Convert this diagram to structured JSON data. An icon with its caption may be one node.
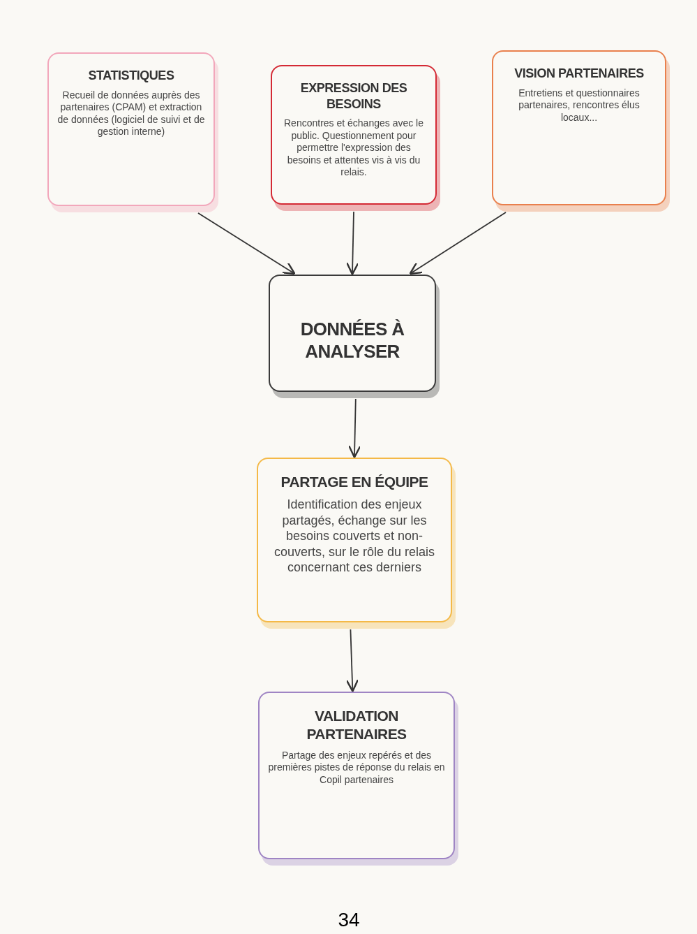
{
  "diagram": {
    "nodes": [
      {
        "text": [
          "STATISTIQUES",
          "Recueil de données auprès des partenaires (CPAM) et extraction de données (logiciel de suivi et de gestion interne)"
        ]
      },
      {
        "text": [
          "EXPRESSION DES BESOINS",
          "Rencontres et échanges avec le public. Questionnement pour permettre l'expression des besoins et attentes vis à vis du relais."
        ]
      },
      {
        "text": [
          "VISION PARTENAIRES",
          "Entretiens et questionnaires partenaires, rencontres élus locaux..."
        ]
      },
      {
        "text": [
          "DONNÉES À ANALYSER"
        ]
      },
      {
        "text": [
          "PARTAGE EN ÉQUIPE",
          "Identification des enjeux partagés, échange sur les besoins couverts et non-couverts, sur le rôle du relais concernant ces derniers"
        ]
      },
      {
        "text": [
          "VALIDATION PARTENAIRES",
          "Partage des enjeux repérés et des premières pistes de réponse du relais en Copil partenaires"
        ]
      }
    ],
    "edges": [
      {
        "from": 0,
        "to": 3,
        "arrow": "to"
      },
      {
        "from": 1,
        "to": 3,
        "arrow": "to"
      },
      {
        "from": 2,
        "to": 3,
        "arrow": "to"
      },
      {
        "from": 3,
        "to": 4,
        "arrow": "to"
      },
      {
        "from": 4,
        "to": 5,
        "arrow": "to"
      }
    ],
    "labels": [
      "34"
    ]
  }
}
